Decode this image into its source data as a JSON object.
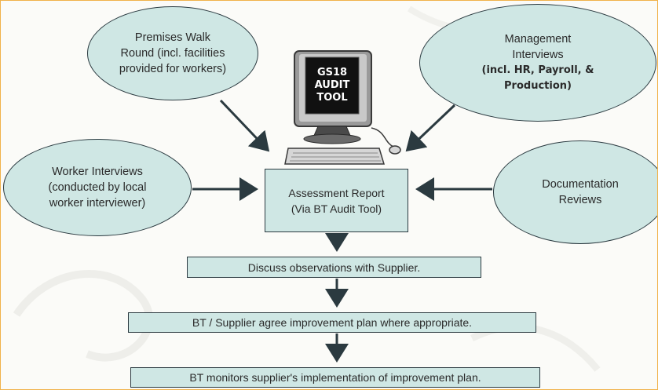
{
  "diagram": {
    "nodes": {
      "premises": "Premises Walk\nRound (incl. facilities\nprovided for workers)",
      "management_line1": "Management\nInterviews",
      "management_line2": "(incl. HR, Payroll, &\nProduction)",
      "worker": "Worker Interviews\n(conducted by local\nworker interviewer)",
      "documentation": "Documentation\nReviews",
      "assessment": "Assessment Report\n(Via BT Audit Tool)",
      "step1": "Discuss observations with Supplier.",
      "step2": "BT / Supplier agree improvement plan where appropriate.",
      "step3": "BT monitors supplier's implementation of improvement plan."
    },
    "computer_screen": "GS18\nAUDIT\nTOOL",
    "colors": {
      "node_fill": "#cfe7e4",
      "node_border": "#2b3a40",
      "arrow": "#2b3a40",
      "frame_border": "#f0b24a"
    }
  }
}
